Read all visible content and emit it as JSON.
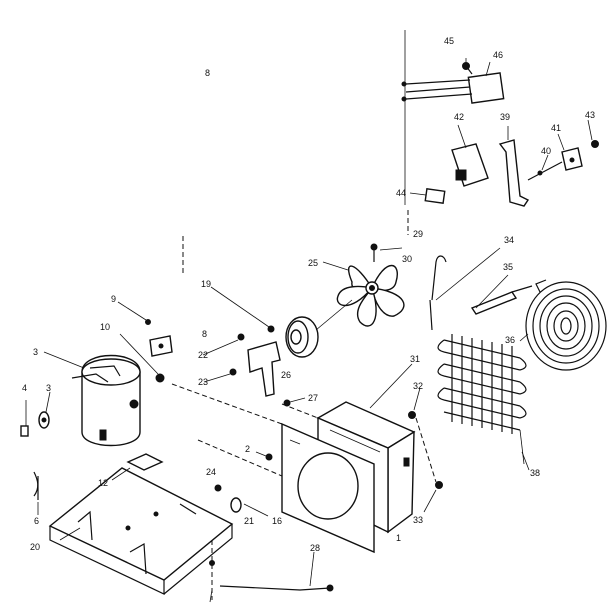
{
  "labels": {
    "l1": "1",
    "l2": "2",
    "l3a": "3",
    "l3b": "3",
    "l4": "4",
    "l6": "6",
    "l8a": "8",
    "l8b": "8",
    "l9": "9",
    "l10": "10",
    "l12": "12",
    "l16": "16",
    "l19": "19",
    "l20": "20",
    "l21": "21",
    "l22": "22",
    "l23": "23",
    "l24": "24",
    "l25": "25",
    "l26": "26",
    "l27": "27",
    "l28": "28",
    "l29": "29",
    "l30": "30",
    "l31": "31",
    "l32": "32",
    "l33": "33",
    "l34": "34",
    "l35": "35",
    "l36": "36",
    "l38": "38",
    "l39": "39",
    "l40": "40",
    "l41": "41",
    "l42": "42",
    "l43": "43",
    "l44": "44",
    "l45": "45",
    "l46": "46"
  }
}
